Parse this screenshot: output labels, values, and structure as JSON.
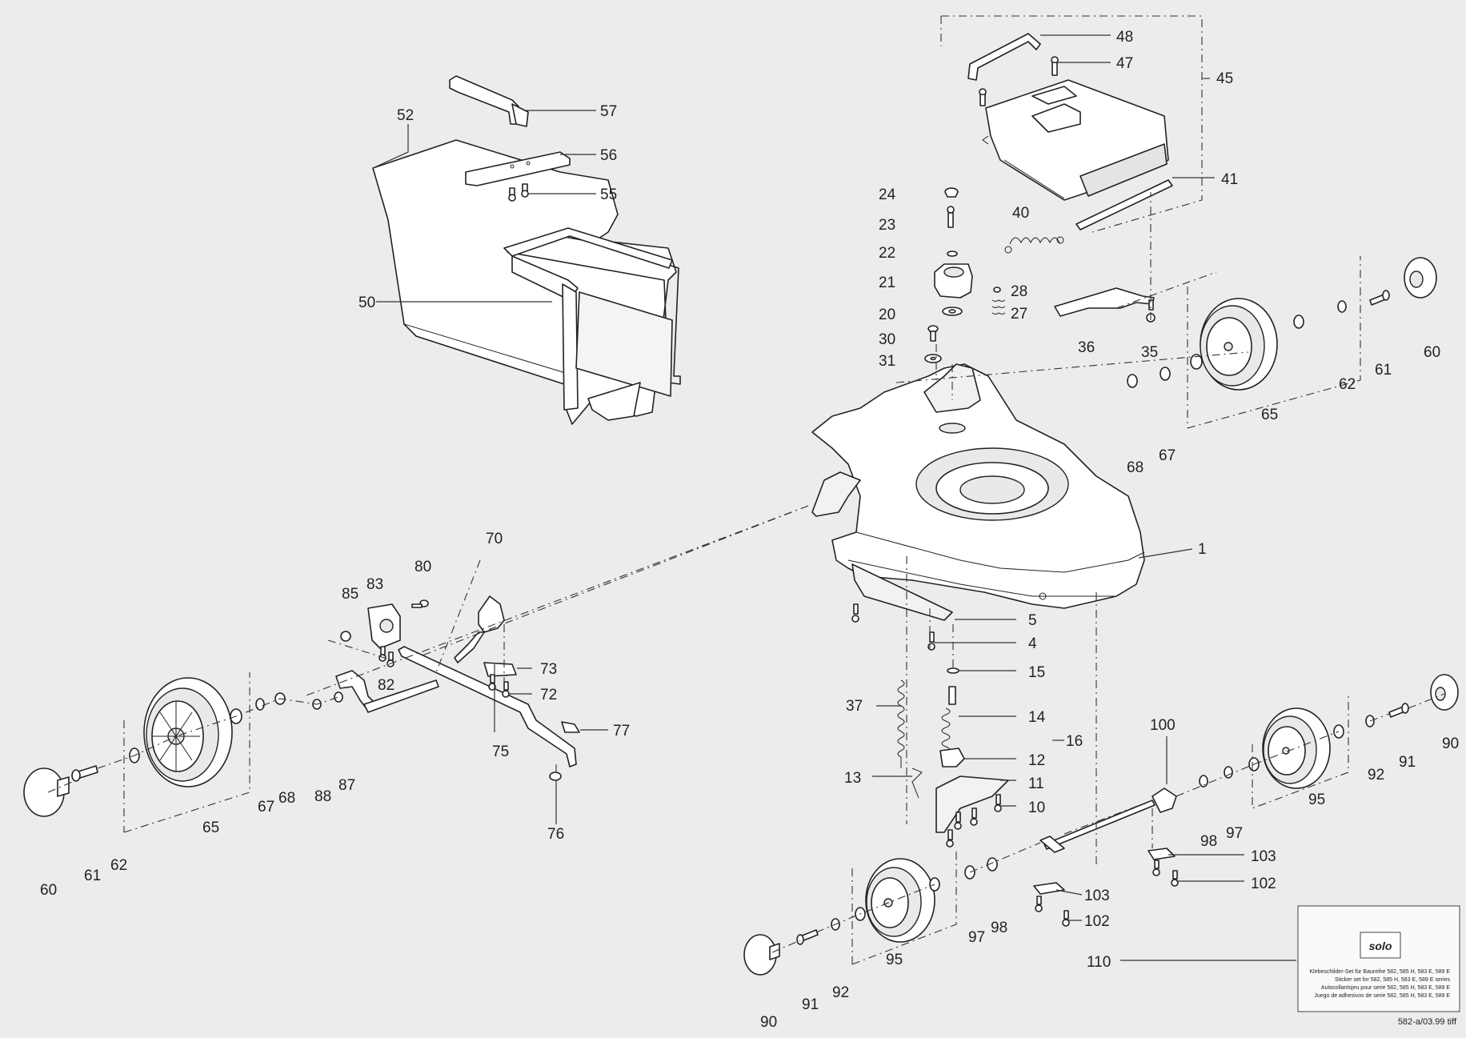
{
  "labels": {
    "l1": "1",
    "l4": "4",
    "l5": "5",
    "l10": "10",
    "l11": "11",
    "l12": "12",
    "l13": "13",
    "l14": "14",
    "l15": "15",
    "l16": "16",
    "l20": "20",
    "l21": "21",
    "l22": "22",
    "l23": "23",
    "l24": "24",
    "l27": "27",
    "l28": "28",
    "l30": "30",
    "l31": "31",
    "l35": "35",
    "l36": "36",
    "l37": "37",
    "l40": "40",
    "l41": "41",
    "l45": "45",
    "l47": "47",
    "l48": "48",
    "l50": "50",
    "l52": "52",
    "l55": "55",
    "l56": "56",
    "l57": "57",
    "l60a": "60",
    "l60b": "60",
    "l61a": "61",
    "l61b": "61",
    "l62a": "62",
    "l62b": "62",
    "l65a": "65",
    "l65b": "65",
    "l67a": "67",
    "l67b": "67",
    "l68a": "68",
    "l68b": "68",
    "l70": "70",
    "l72": "72",
    "l73": "73",
    "l75": "75",
    "l76": "76",
    "l77": "77",
    "l80": "80",
    "l82": "82",
    "l83": "83",
    "l85": "85",
    "l87": "87",
    "l88": "88",
    "l90a": "90",
    "l90b": "90",
    "l91a": "91",
    "l91b": "91",
    "l92a": "92",
    "l92b": "92",
    "l95a": "95",
    "l95b": "95",
    "l97a": "97",
    "l97b": "97",
    "l98a": "98",
    "l98b": "98",
    "l100": "100",
    "l102a": "102",
    "l102b": "102",
    "l103a": "103",
    "l103b": "103",
    "l110": "110"
  },
  "sticker": {
    "logo": "solo",
    "line1": "Klebeschilder-Set für Baureihe 582, 585 H, 583 E, 589 E",
    "line2": "Sticker set for 582, 585 H, 583 E, 589 E series",
    "line3": "Autocollantsjeu pour serie 582, 585 H, 583 E, 589 E",
    "line4": "Juego de adhesivos de serie 582, 585 H, 583 E, 589 E"
  },
  "footer": "582-a/03.99 tiff"
}
